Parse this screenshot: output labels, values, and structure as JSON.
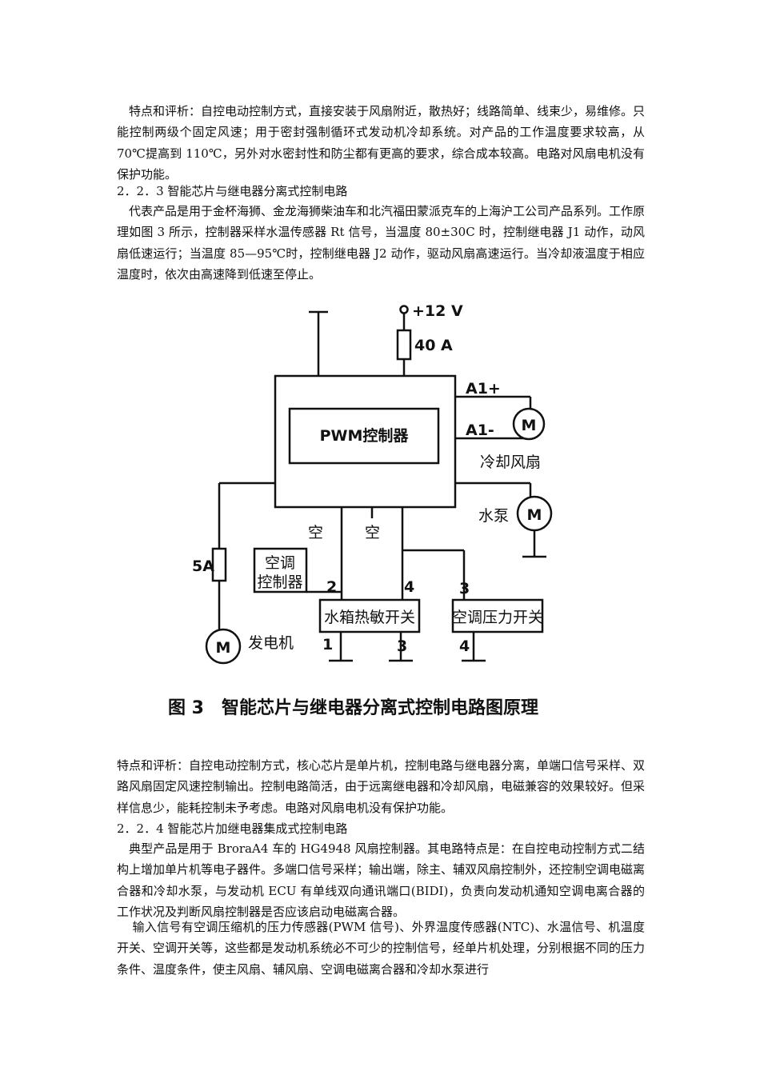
{
  "paragraphs": {
    "p1": "特点和评析：自控电动控制方式，直接安装于风扇附近，散热好；线路简单、线束少，易维修。只能控制两级个固定风速；用于密封强制循环式发动机冷却系统。对产品的工作温度要求较高，从 70℃提高到 110℃，另外对水密封性和防尘都有更高的要求，综合成本较高。电路对风扇电机没有保护功能。",
    "h1": "2．2．3 智能芯片与继电器分离式控制电路",
    "p2": "代表产品是用于金杯海狮、金龙海狮柴油车和北汽福田蒙派克车的上海沪工公司产品系列。工作原理如图 3 所示，控制器采样水温传感器 Rt 信号，当温度 80±30C 时，控制继电器 J1 动作，动风扇低速运行；当温度 85—95℃时，控制继电器 J2 动作，驱动风扇高速运行。当冷却液温度于相应温度时，依次由高速降到低速至停止。",
    "p3": "特点和评析：自控电动控制方式，核心芯片是单片机，控制电路与继电器分离，单端口信号采样、双路风扇固定风速控制输出。控制电路简活，由于远离继电器和冷却风扇，电磁兼容的效果较好。但采样信息少，能耗控制未予考虑。电路对风扇电机没有保护功能。",
    "h2": "2．2．4 智能芯片加继电器集成式控制电路",
    "p4": "典型产品是用于 BroraA4 车的 HG4948 风扇控制器。其电路特点是：在自控电动控制方式二结构上增加单片机等电子器件。多端口信号采样；输出端，除主、辅双风扇控制外，还控制空调电磁离合器和冷却水泵，与发动机 ECU 有单线双向通讯端口(BIDI)，负责向发动机通知空调电离合器的工作状况及判断风扇控制器是否应该启动电磁离合器。",
    "p5": "输入信号有空调压缩机的压力传感器(PWM 信号)、外界温度传感器(NTC)、水温信号、机温度开关、空调开关等，这些都是发动机系统必不可少的控制信号，经单片机处理，分别根据不同的压力条件、温度条件，使主风扇、辅风扇、空调电磁离合器和冷却水泵进行"
  },
  "figure": {
    "supply": "+12 V",
    "fuse_main": "40 A",
    "controller": "PWM控制器",
    "a1_plus": "A1+",
    "a1_minus": "A1-",
    "motor_symbol": "M",
    "fan_label": "冷却风扇",
    "pump_label": "水泵",
    "empty_1": "空",
    "empty_2": "空",
    "fuse_5a": "5A",
    "ac_controller_line1": "空调",
    "ac_controller_line2": "控制器",
    "radiator_switch": "水箱热敏开关",
    "ac_pressure_switch": "空调压力开关",
    "generator": "发电机",
    "pin_2": "2",
    "pin_4": "4",
    "pin_3": "3",
    "pin_1": "1",
    "pin_3b": "3",
    "pin_4b": "4",
    "caption": "图 3　智能芯片与继电器分离式控制电路图原理"
  }
}
